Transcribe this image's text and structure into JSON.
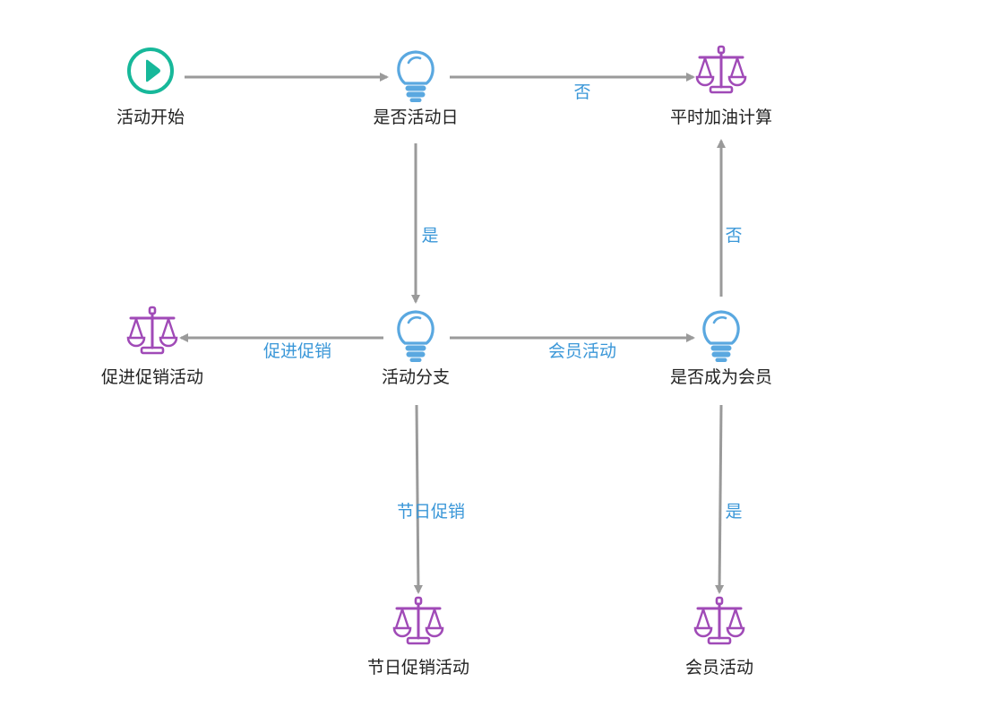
{
  "colors": {
    "start": "#17b89a",
    "decision": "#5aa8e0",
    "action": "#a04ab7",
    "edge": "#9a9a9a",
    "edge_label": "#3a97d8",
    "node_label": "#222222"
  },
  "nodes": {
    "start": {
      "label": "活动开始",
      "icon": "play-circle-icon"
    },
    "is_event_day": {
      "label": "是否活动日",
      "icon": "lightbulb-icon"
    },
    "normal_fuel_calc": {
      "label": "平时加油计算",
      "icon": "scale-icon"
    },
    "promo_activity": {
      "label": "促进促销活动",
      "icon": "scale-icon"
    },
    "activity_branch": {
      "label": "活动分支",
      "icon": "lightbulb-icon"
    },
    "become_member": {
      "label": "是否成为会员",
      "icon": "lightbulb-icon"
    },
    "holiday_promo_activity": {
      "label": "节日促销活动",
      "icon": "scale-icon"
    },
    "member_activity": {
      "label": "会员活动",
      "icon": "scale-icon"
    }
  },
  "edges": {
    "event_day_no": "否",
    "event_day_yes": "是",
    "member_no": "否",
    "branch_promo": "促进促销",
    "branch_member": "会员活动",
    "branch_holiday": "节日促销",
    "member_yes": "是"
  }
}
